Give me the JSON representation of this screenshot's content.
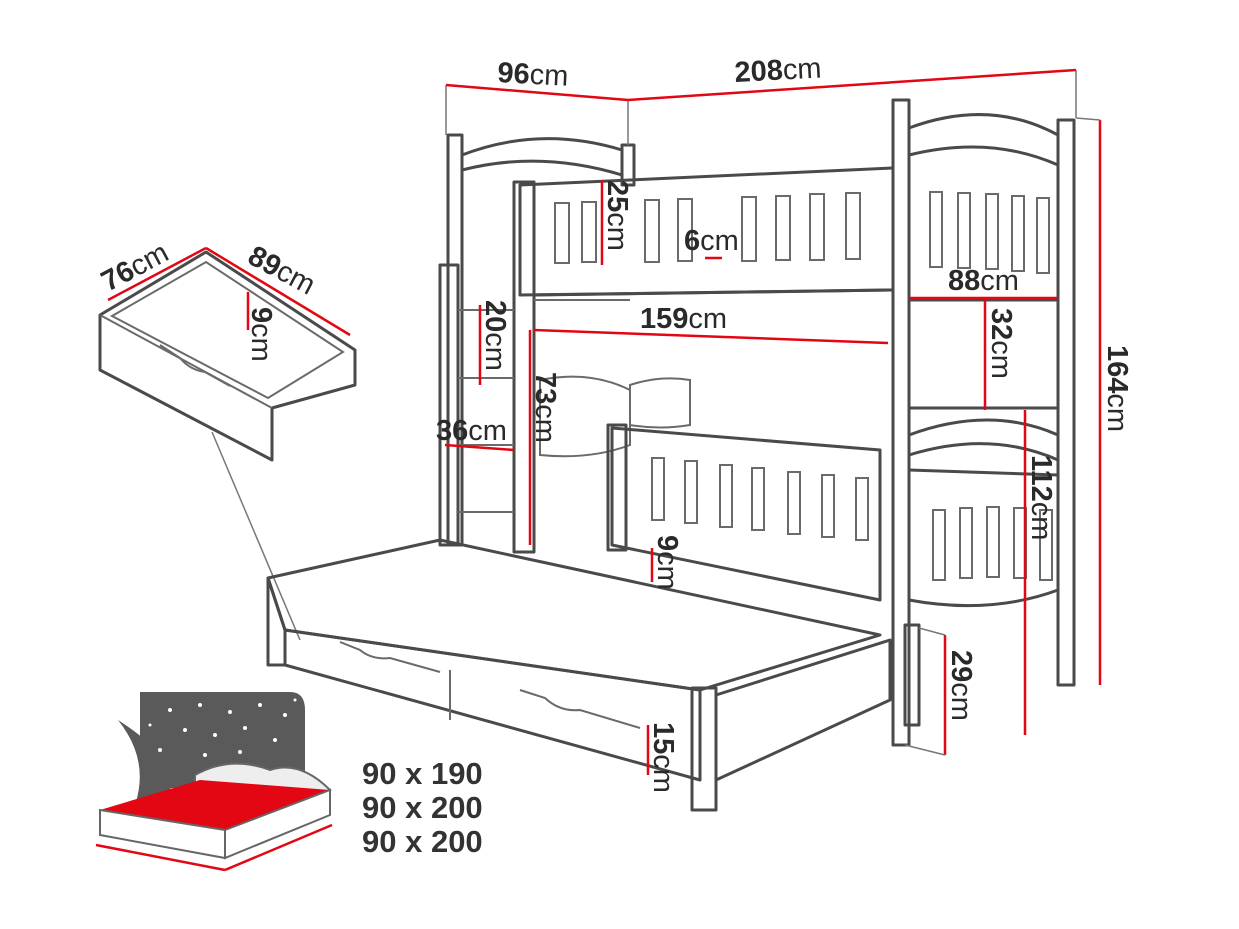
{
  "accent_color": "#e30613",
  "outline_color": "#4a4a4a",
  "dimensions": {
    "bed_depth": {
      "value": "96",
      "unit": "cm"
    },
    "bed_length": {
      "value": "208",
      "unit": "cm"
    },
    "drawer_depth": {
      "value": "76",
      "unit": "cm"
    },
    "drawer_width": {
      "value": "89",
      "unit": "cm"
    },
    "drawer_height": {
      "value": "9",
      "unit": "cm"
    },
    "top_rail_height": {
      "value": "25",
      "unit": "cm"
    },
    "slat_gap": {
      "value": "6",
      "unit": "cm"
    },
    "end_width": {
      "value": "88",
      "unit": "cm"
    },
    "ladder_step": {
      "value": "20",
      "unit": "cm"
    },
    "rail_length": {
      "value": "159",
      "unit": "cm"
    },
    "bunk_clearance": {
      "value": "32",
      "unit": "cm"
    },
    "total_height": {
      "value": "164",
      "unit": "cm"
    },
    "entry_opening": {
      "value": "73",
      "unit": "cm"
    },
    "ladder_width": {
      "value": "36",
      "unit": "cm"
    },
    "upper_height": {
      "value": "112",
      "unit": "cm"
    },
    "lower_rail_height": {
      "value": "9",
      "unit": "cm"
    },
    "lower_bed_height": {
      "value": "29",
      "unit": "cm"
    },
    "trundle_height": {
      "value": "15",
      "unit": "cm"
    }
  },
  "mattress_sizes": [
    "90 x 190",
    "90 x 200",
    "90 x 200"
  ],
  "icons": [
    "drawer-icon",
    "mattress-night-icon"
  ]
}
